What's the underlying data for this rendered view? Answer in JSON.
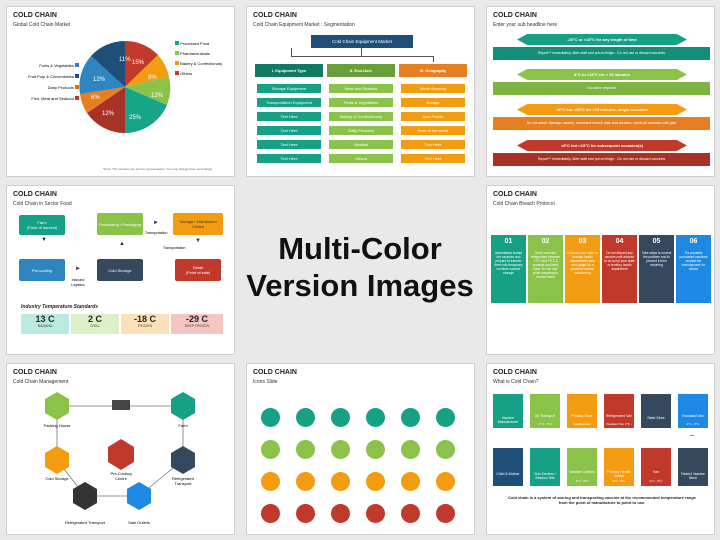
{
  "main_heading": {
    "line1": "Multi-Color",
    "line2": "Version Images"
  },
  "slide1": {
    "title": "COLD CHAIN",
    "subtitle": "Global Cold Chain Market",
    "left_legend": [
      "Fruits & Vegetables",
      "Fruit Pulp & Concentrates",
      "Dairy Products",
      "Fish, Meat and Seafood"
    ],
    "right_legend": [
      "Processed Food",
      "Pharmaceuticals",
      "Bakery & Confectionary",
      "Others"
    ],
    "legend_colors_left": [
      "#2e7fc1",
      "#1f4e79",
      "#e46c0a",
      "#c0392b"
    ],
    "legend_colors_right": [
      "#f39c12",
      "#8bc34a",
      "#f8a323",
      "#c0392b"
    ],
    "pie_labels": [
      "11%",
      "15%",
      "8%",
      "12%",
      "25%",
      "12%",
      "6%",
      "12%"
    ],
    "note": "*Note: The numbers are just for representation. You may change them accordingly"
  },
  "slide2": {
    "title": "COLD CHAIN",
    "subtitle": "Cold Chain Equipment Market : Segmentation",
    "root": "Cold Chain Equipment Market",
    "columns": [
      {
        "head": "I. Equipment Type",
        "items": [
          "Storage Equipment",
          "Transportation Equipment",
          "Text Here",
          "Text Here",
          "Text Here",
          "Text Here"
        ]
      },
      {
        "head": "II. End-User",
        "items": [
          "Meat and Seafood",
          "Fruits & Vegetables",
          "Bakery & Confectionary",
          "Daily Products",
          "Medical",
          "Others"
        ]
      },
      {
        "head": "III. Geography",
        "items": [
          "North America",
          "Europe",
          "Asia-Pacific",
          "Rest of the world",
          "Text Here",
          "Text Here"
        ]
      }
    ]
  },
  "slide3": {
    "title": "COLD CHAIN",
    "subtitle": "Enter your sub headline here",
    "steps": [
      {
        "head": "-20°C or >15°C for any length of time",
        "body": "Report** immediately. Alert staff and put on fridge - Do not use or discard vaccines"
      },
      {
        "head": "8°C to <15°C for < 15 minutes",
        "body": "No action required"
      },
      {
        "head": ">8°C but <15°C for >15 minutes, single occasion",
        "body": "Do not admit. Manage vaccine, document breach date and duration, check all vaccines until give"
      },
      {
        "head": ">8°C but <15°C for subsequent occasion(s)",
        "body": "Report** immediately. Alert staff and put on fridge - Do not use or discard vaccines"
      }
    ]
  },
  "slide4": {
    "title": "COLD CHAIN",
    "subtitle": "Cold Chain in Sector Food",
    "nodes": [
      "Farm\n(Point of harvest)",
      "Pre-cooling",
      "Processing / Packaging",
      "Cold Storage",
      "Storage / Distribution Centre",
      "Retail\n(Point of sale)"
    ],
    "links": [
      "Inbound Logistics",
      "Transportation",
      "Transportation"
    ],
    "standards_title": "Industry Temperature Standards",
    "temps": [
      {
        "v": "13 C",
        "n": "BANANA"
      },
      {
        "v": "2 C",
        "n": "CHILL"
      },
      {
        "v": "-18 C",
        "n": "FROZEN"
      },
      {
        "v": "-29 C",
        "n": "DEEP FROZEN"
      }
    ]
  },
  "slide5": {
    "title": "COLD CHAIN",
    "subtitle": "Cold Chain Breach Protocol",
    "tabs": [
      {
        "n": "01",
        "t": "Immediately isolate the vaccines and prepare to transfer them into temporary monitors vaccine storage"
      },
      {
        "n": "02",
        "t": "Keep vaccines refrigerated between +2°C and +8°C if possible and label them 'Do not use' while preparing to transfer them"
      },
      {
        "n": "03",
        "t": "Conduct your state or territory health departments (see next page) for a possible vaccine transferring"
      },
      {
        "n": "04",
        "t": "Do not discard any vaccine until advised to do so by your state or territory health department"
      },
      {
        "n": "05",
        "t": "Take steps to correct the problem and to prevent it from recurring"
      },
      {
        "n": "06",
        "t": "For privately purchased vaccines contact the manufacturer for advice"
      }
    ]
  },
  "slide6": {
    "title": "COLD CHAIN",
    "subtitle": "Cold Chain Management",
    "nodes": [
      "Packing House",
      "Farm",
      "Cold Storage",
      "Pre-Cooling Centre",
      "Refrigerated Transport",
      "Refrigerated Transport",
      "Sale Outlets"
    ]
  },
  "slide7": {
    "title": "COLD CHAIN",
    "subtitle": "Icons Slide",
    "icon_names": [
      "factory-icon",
      "plane-icon",
      "warehouse-icon",
      "truck-icon",
      "building-icon",
      "van-icon"
    ]
  },
  "slide8": {
    "title": "COLD CHAIN",
    "subtitle": "What is Cold Chain?",
    "row1": [
      {
        "n": "Vaccine Manufacturer",
        "t": ""
      },
      {
        "n": "Air Transport",
        "t": "-2°C - 8°C"
      },
      {
        "n": "Primary Store",
        "t": "Cold/Freezer"
      },
      {
        "n": "Refrigerated Van",
        "t": "Insulated Van 2°C - 8°C"
      },
      {
        "n": "State Store",
        "t": ""
      },
      {
        "n": "Insulated Van",
        "t": "2°C - 8°C"
      }
    ],
    "row2": [
      {
        "n": "Child & Mother",
        "t": ""
      },
      {
        "n": "Sub-Centers / Session Site",
        "t": ""
      },
      {
        "n": "Vaccine Carriers",
        "t": "2°C - 8°C"
      },
      {
        "n": "Primary Health Center",
        "t": "2°C - 8°C"
      },
      {
        "n": "Van",
        "t": "2°C - 8°C"
      },
      {
        "n": "District Vaccine Store",
        "t": ""
      }
    ],
    "footer": "Cold chain is a system of storing and transporting vaccine at the recommended temperature range from the point of manufacture to point to use."
  }
}
